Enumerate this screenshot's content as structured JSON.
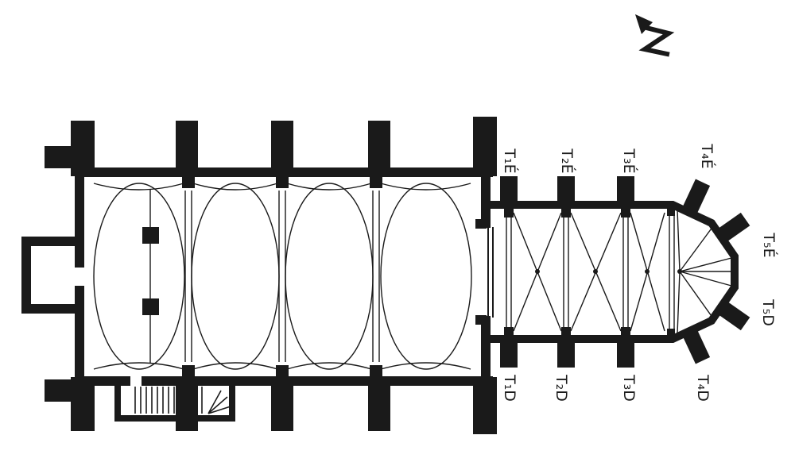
{
  "figure": {
    "type": "church-floor-plan-drawing",
    "orientation_note": "apse-to-the-right",
    "colors": {
      "ink": "#1a1a1a",
      "background": "#ffffff"
    }
  },
  "icons": {
    "north_arrow": "north-arrow-icon"
  },
  "labels": [
    {
      "id": "T1E",
      "text": "T₁É"
    },
    {
      "id": "T2E",
      "text": "T₂É"
    },
    {
      "id": "T3E",
      "text": "T₃É"
    },
    {
      "id": "T4E",
      "text": "T₄É"
    },
    {
      "id": "T5E",
      "text": "T₅É"
    },
    {
      "id": "T5D",
      "text": "T₅D"
    },
    {
      "id": "T4D",
      "text": "T₄D"
    },
    {
      "id": "T3D",
      "text": "T₃D"
    },
    {
      "id": "T2D",
      "text": "T₂D"
    },
    {
      "id": "T1D",
      "text": "T₁D"
    }
  ]
}
